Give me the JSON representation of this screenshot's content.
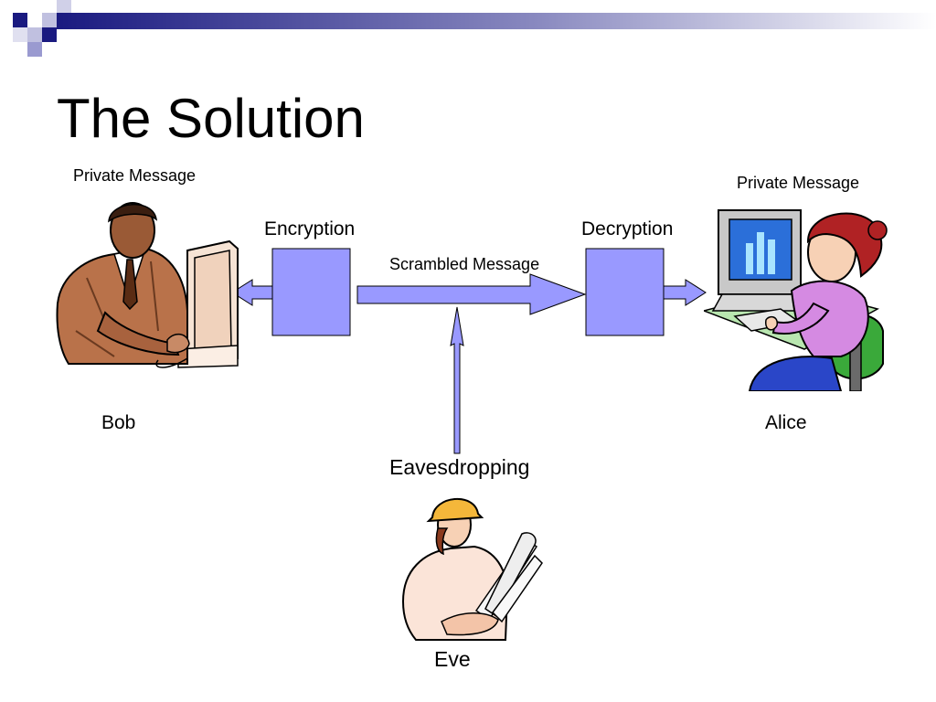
{
  "slide": {
    "title": "The Solution"
  },
  "bob": {
    "message_label": "Private Message",
    "name": "Bob"
  },
  "alice": {
    "message_label": "Private Message",
    "name": "Alice"
  },
  "eve": {
    "name": "Eve"
  },
  "diagram": {
    "encryption_label": "Encryption",
    "decryption_label": "Decryption",
    "scrambled_label": "Scrambled Message",
    "eavesdropping_label": "Eavesdropping"
  },
  "colors": {
    "box_fill": "#9999ff",
    "header_dark": "#1a1a80"
  }
}
